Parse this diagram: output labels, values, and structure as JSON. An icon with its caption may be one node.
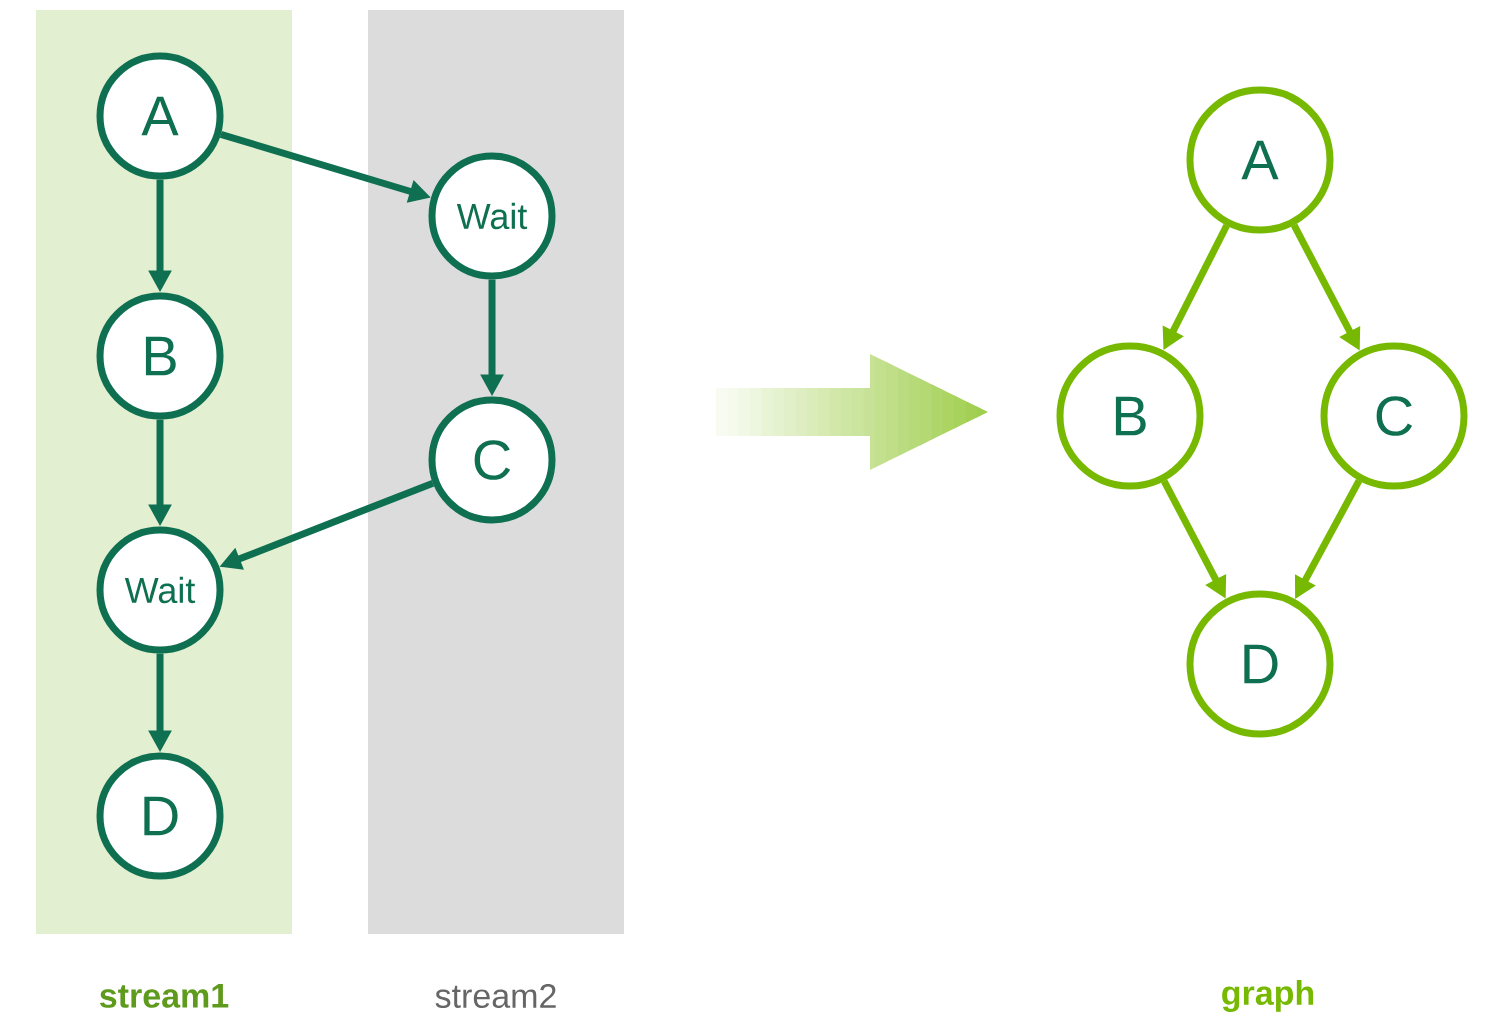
{
  "diagram": {
    "nodes": [
      {
        "text": [
          "stream1"
        ]
      },
      {
        "text": [
          "stream2"
        ]
      },
      {
        "text": [
          "A"
        ],
        "in": 0
      },
      {
        "text": [
          "B"
        ],
        "in": 0
      },
      {
        "text": [
          "Wait"
        ],
        "in": 0
      },
      {
        "text": [
          "D"
        ],
        "in": 0
      },
      {
        "text": [
          "Wait"
        ],
        "in": 1
      },
      {
        "text": [
          "C"
        ],
        "in": 1
      },
      {
        "text": [
          "A"
        ]
      },
      {
        "text": [
          "B"
        ]
      },
      {
        "text": [
          "C"
        ]
      },
      {
        "text": [
          "D"
        ]
      }
    ],
    "edges": [
      {
        "from": 2,
        "to": 3,
        "arrow": "to"
      },
      {
        "from": 3,
        "to": 4,
        "arrow": "to"
      },
      {
        "from": 4,
        "to": 5,
        "arrow": "to"
      },
      {
        "from": 2,
        "to": 6,
        "arrow": "to"
      },
      {
        "from": 6,
        "to": 7,
        "arrow": "to"
      },
      {
        "from": 7,
        "to": 4,
        "arrow": "to"
      },
      {
        "from": 8,
        "to": 9,
        "arrow": "to",
        "color": "#76b900"
      },
      {
        "from": 8,
        "to": 10,
        "arrow": "to",
        "color": "#76b900"
      },
      {
        "from": 9,
        "to": 11,
        "arrow": "to",
        "color": "#76b900"
      },
      {
        "from": 10,
        "to": 11,
        "arrow": "to",
        "color": "#76b900"
      }
    ],
    "labels": [
      "graph"
    ]
  }
}
